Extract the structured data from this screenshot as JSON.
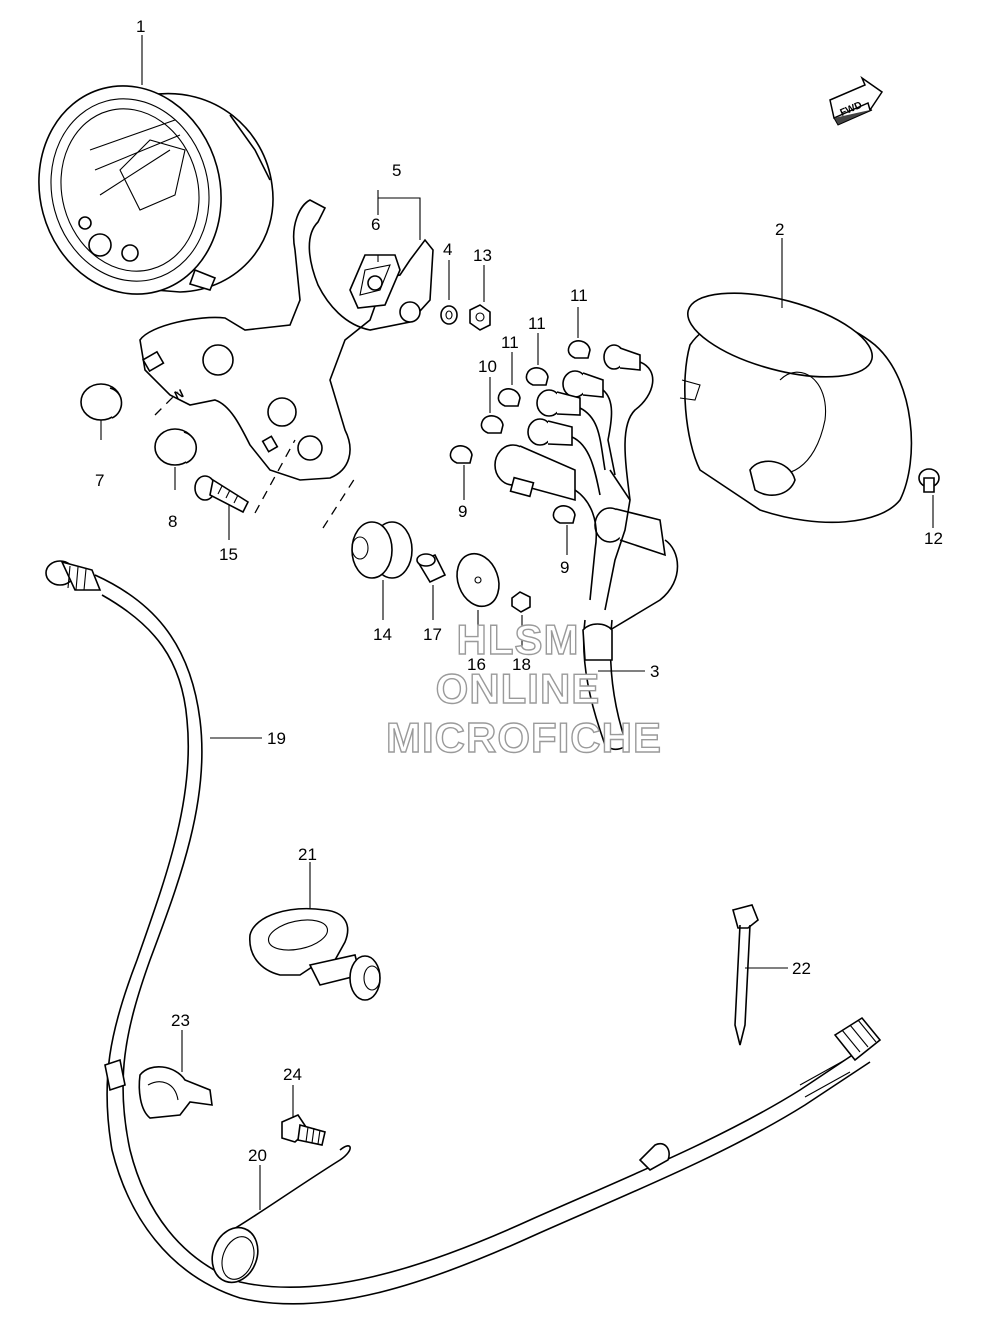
{
  "diagram": {
    "fwd_label": "FWD",
    "callouts": {
      "c1": "1",
      "c2": "2",
      "c3": "3",
      "c4": "4",
      "c5": "5",
      "c6": "6",
      "c7": "7",
      "c8": "8",
      "c9a": "9",
      "c9b": "9",
      "c10": "10",
      "c11a": "11",
      "c11b": "11",
      "c11c": "11",
      "c12": "12",
      "c13": "13",
      "c14": "14",
      "c15": "15",
      "c16": "16",
      "c17": "17",
      "c18": "18",
      "c19": "19",
      "c20": "20",
      "c21": "21",
      "c22": "22",
      "c23": "23",
      "c24": "24"
    },
    "watermark": {
      "line1": "HLSM",
      "line2": "ONLINE",
      "line3": "MICROFICHE"
    }
  }
}
